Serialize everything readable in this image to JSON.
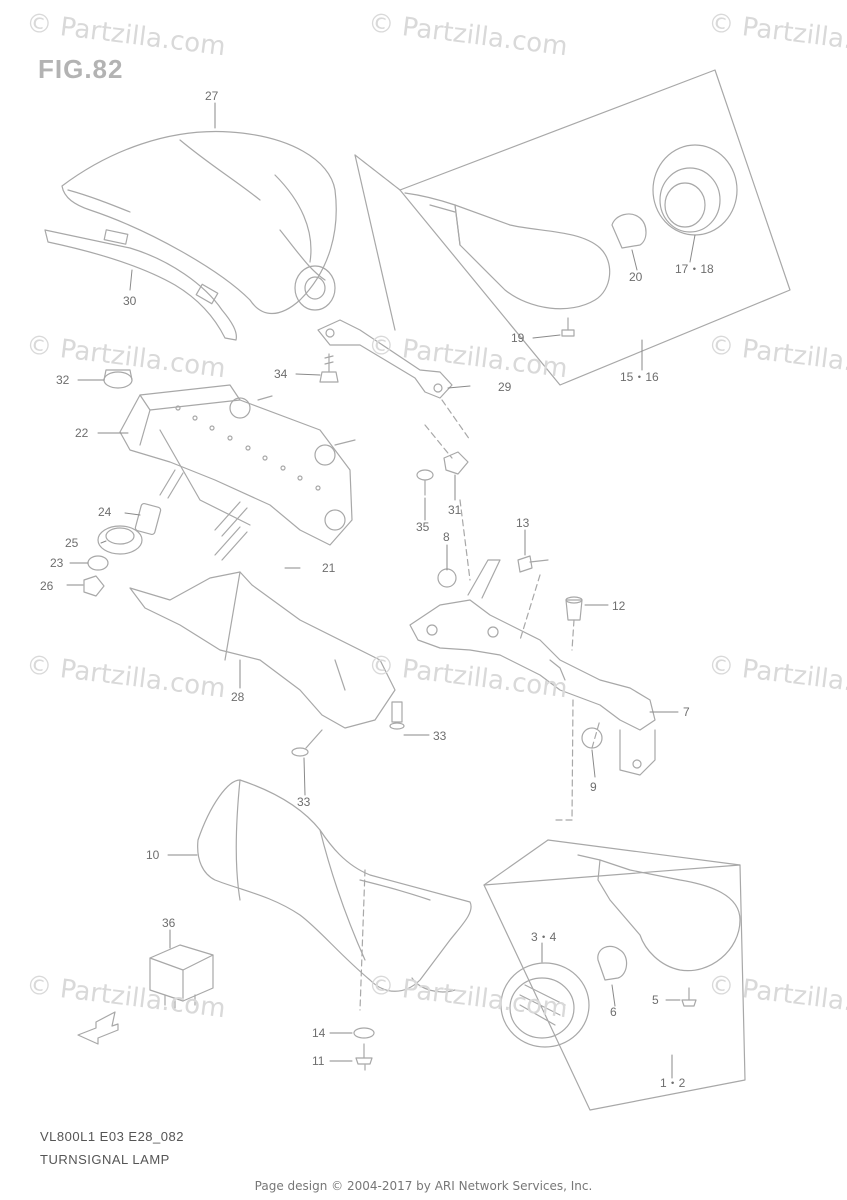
{
  "figure": {
    "title": "FIG.82"
  },
  "watermark": {
    "text": "© Partzilla.com"
  },
  "callouts": {
    "c27": "27",
    "c30": "30",
    "c32": "32",
    "c34": "34",
    "c22": "22",
    "c29": "29",
    "c19": "19",
    "c20": "20",
    "c17_18": "17・18",
    "c15_16": "15・16",
    "c24": "24",
    "c25": "25",
    "c23": "23",
    "c26": "26",
    "c21": "21",
    "c35": "35",
    "c31": "31",
    "c13": "13",
    "c8": "8",
    "c12": "12",
    "c7": "7",
    "c28": "28",
    "c33a": "33",
    "c33b": "33",
    "c9": "9",
    "c10": "10",
    "c36": "36",
    "c3_4": "3・4",
    "c6": "6",
    "c5": "5",
    "c14": "14",
    "c11": "11",
    "c1_2": "1・2"
  },
  "caption": {
    "model_code": "VL800L1 E03 E28_082",
    "model_name": "TURNSIGNAL LAMP"
  },
  "footer": {
    "text": "Page design © 2004-2017 by ARI Network Services, Inc."
  },
  "colors": {
    "line": "#9a9a9a",
    "watermark": "#d9d9d9",
    "text": "#6e6e6e"
  }
}
